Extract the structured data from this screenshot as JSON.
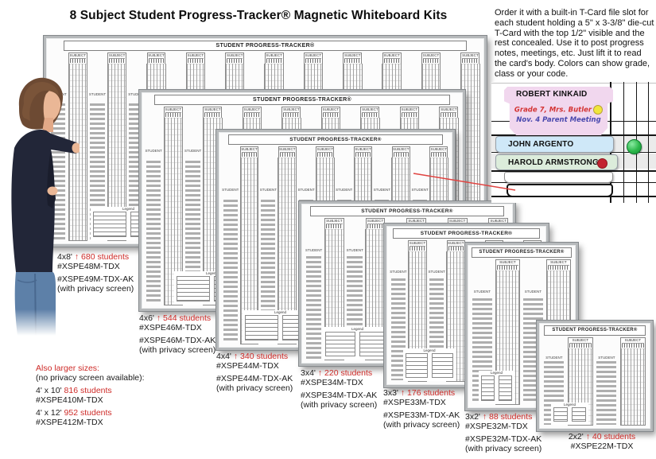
{
  "page": {
    "title": "8 Subject Student Progress-Tracker® Magnetic Whiteboard Kits"
  },
  "intro": {
    "text": "Order it with a built-in T-Card file slot for each student holding a 5\" x 3-3/8\" die-cut T-Card with the top 1/2\" visible and the rest concealed. Use it to post progress notes, meetings, etc.  Just lift it to read the card's body. Colors can show grade, class or your code."
  },
  "board_text": {
    "title": "STUDENT PROGRESS-TRACKER®",
    "subject": "SUBJECT",
    "student": "STUDENT",
    "legend": "Legend"
  },
  "arrow": "↑",
  "products": [
    {
      "id": "4x8",
      "size": "4x8'",
      "students": "680 students",
      "code": "#XSPE48M-TDX",
      "code_ak": "#XSPE49M-TDX-AK",
      "ak_note": "(with privacy screen)"
    },
    {
      "id": "4x6",
      "size": "4x6'",
      "students": "544 students",
      "code": "#XSPE46M-TDX",
      "code_ak": "#XSPE46M-TDX-AK",
      "ak_note": "(with privacy screen)"
    },
    {
      "id": "4x4",
      "size": "4x4'",
      "students": "340 students",
      "code": "#XSPE44M-TDX",
      "code_ak": "#XSPE44M-TDX-AK",
      "ak_note": "(with privacy screen)"
    },
    {
      "id": "3x4",
      "size": "3x4'",
      "students": "220 students",
      "code": "#XSPE34M-TDX",
      "code_ak": "#XSPE34M-TDX-AK",
      "ak_note": "(with privacy screen)"
    },
    {
      "id": "3x3",
      "size": "3x3'",
      "students": "176 students",
      "code": "#XSPE33M-TDX",
      "code_ak": "#XSPE33M-TDX-AK",
      "ak_note": "(with privacy screen)"
    },
    {
      "id": "3x2",
      "size": "3x2'",
      "students": "88 students",
      "code": "#XSPE32M-TDX",
      "code_ak": "#XSPE32M-TDX-AK",
      "ak_note": "(with privacy screen)"
    },
    {
      "id": "2x2",
      "size": "2x2'",
      "students": "40 students",
      "code": "#XSPE22M-TDX",
      "code_ak": null,
      "ak_note": null
    }
  ],
  "also_larger": {
    "heading": "Also larger sizes:",
    "sub": "(no privacy screen available):",
    "items": [
      {
        "size": "4' x 10'",
        "students": "816 students",
        "code": "#XSPE410M-TDX"
      },
      {
        "size": "4' x 12'",
        "students": "952 students",
        "code": "#XSPE412M-TDX"
      }
    ]
  },
  "tcard_demo": {
    "cards": [
      {
        "name": "ROBERT KINKAID",
        "color": "#f1d7ee",
        "note1": "Grade 7, Mrs. Butler",
        "note2": "Nov. 4 Parent Meeting",
        "dot": "#f0e63c"
      },
      {
        "name": "JOHN ARGENTO",
        "color": "#cfe8f8",
        "magnet": "#2db84b"
      },
      {
        "name": "HAROLD ARMSTRONG",
        "color": "#dcecdb",
        "dot": "#c32430"
      }
    ]
  },
  "colors": {
    "accent_red": "#ce2b28",
    "note_red": "#d43434",
    "note_blue": "#4a49ae",
    "board_frame": "#b6b9bb"
  }
}
